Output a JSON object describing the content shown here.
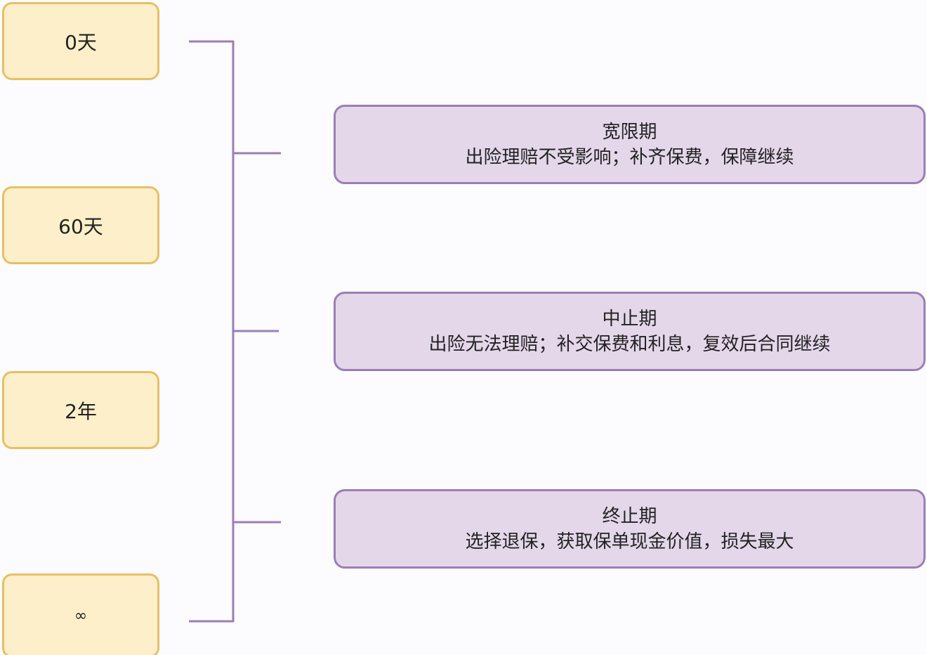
{
  "timeline": {
    "points": [
      {
        "label": "0天"
      },
      {
        "label": "60天"
      },
      {
        "label": "2年"
      },
      {
        "label": "∞"
      }
    ]
  },
  "phases": [
    {
      "title": "宽限期",
      "description": "出险理赔不受影响；补齐保费，保障继续"
    },
    {
      "title": "中止期",
      "description": "出险无法理赔；补交保费和利息，复效后合同继续"
    },
    {
      "title": "终止期",
      "description": "选择退保，获取保单现金价值，损失最大"
    }
  ],
  "colors": {
    "time_box_fill": "#fdefc9",
    "time_box_border": "#e5c066",
    "phase_box_fill": "#e4d7ea",
    "phase_box_border": "#9a7fb5",
    "connector": "#9a7fb5"
  }
}
